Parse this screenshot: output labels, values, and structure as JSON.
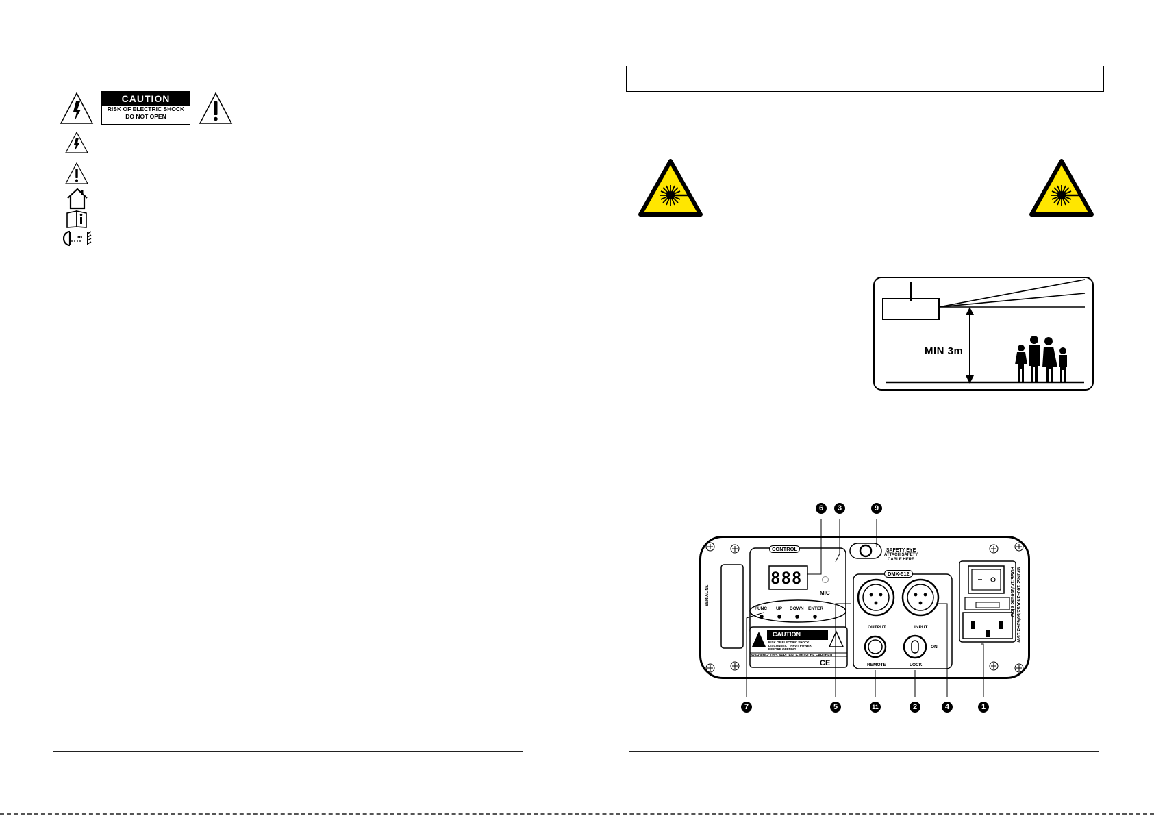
{
  "caution_label": {
    "title": "CAUTION",
    "line1": "RISK OF ELECTRIC SHOCK",
    "line2": "DO NOT OPEN"
  },
  "icons": {
    "lightning": "lightning-triangle-icon",
    "exclamation": "exclamation-triangle-icon",
    "indoor": "house-icon",
    "manual": "manual-info-icon",
    "distance": "distance-from-object-icon",
    "laser": "laser-warning-icon"
  },
  "colors": {
    "laser_yellow": "#ffe600",
    "ink": "#000000"
  },
  "min_distance": {
    "label": "MIN 3m"
  },
  "back_panel": {
    "control_title": "CONTROL",
    "display": "888",
    "mic_label": "MIC",
    "buttons": [
      "FUNC",
      "UP",
      "DOWN",
      "ENTER"
    ],
    "serial_label": "SERIAL Nr.",
    "safety_eye": [
      "SAFETY EYE",
      "ATTACH SAFETY",
      "CABLE HERE"
    ],
    "dmx_title": "DMX-512",
    "output_label": "OUTPUT",
    "input_label": "INPUT",
    "remote_label": "REMOTE",
    "lock_label": "LOCK",
    "on_label": "ON",
    "mains_line1": "MAINS: 100~240Vac/50/60Hz 15W",
    "mains_line2": "FUSE:1A/250Vac slow",
    "sticker_title": "CAUTION",
    "sticker_text1": "RISK OF ELECTRIC SHOCK",
    "sticker_text2": "DISCONNECT INPUT POWER",
    "sticker_text3": "BEFORE OPENING",
    "sticker_warning": "WARNING: THIS APPLIANCE MUST BE EARTHED",
    "sticker_ce": "CE",
    "callouts": [
      "6",
      "3",
      "9",
      "7",
      "5",
      "11",
      "2",
      "4",
      "1"
    ]
  }
}
